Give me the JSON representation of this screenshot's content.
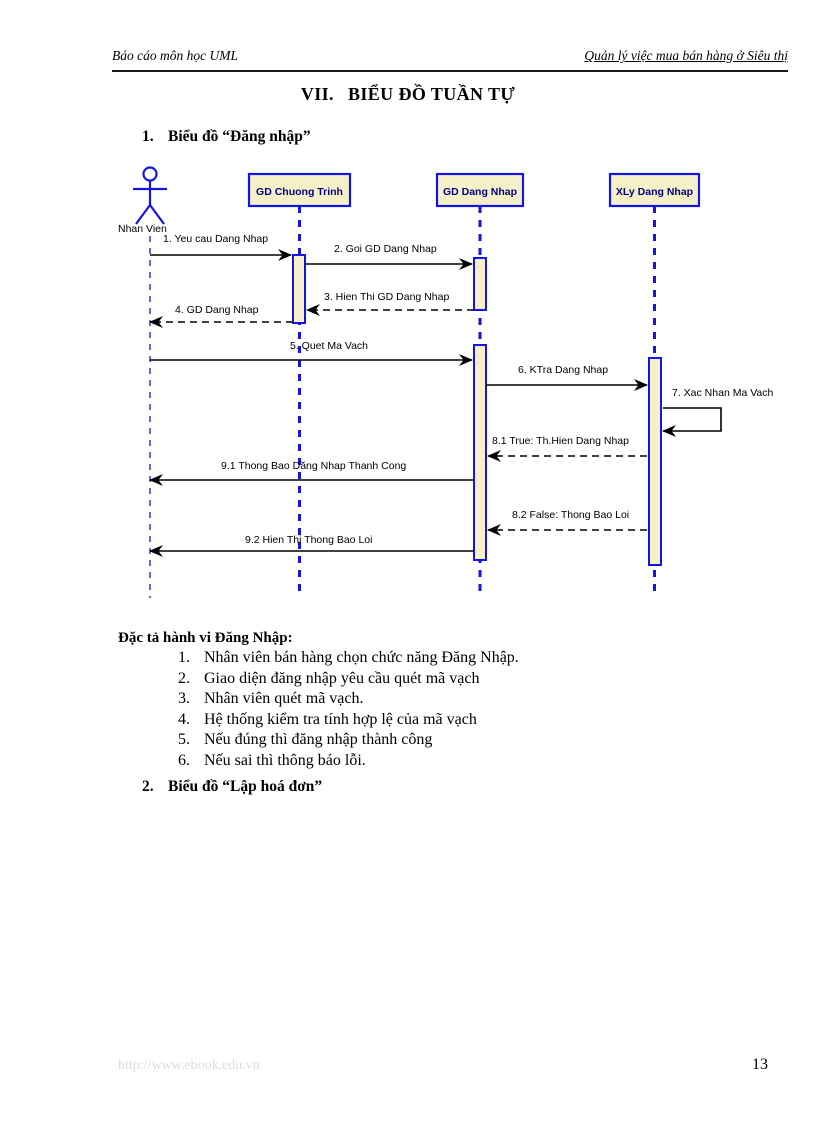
{
  "header": {
    "left": "Báo cáo môn học UML",
    "right": "Quản lý việc mua bán hàng ở Siêu thị"
  },
  "section": {
    "numeral": "VII.",
    "title": "BIỂU ĐỒ TUẦN TỰ"
  },
  "subsections": [
    {
      "index": "1.",
      "title": "Biểu đồ “Đăng nhập”"
    },
    {
      "index": "2.",
      "title": "Biểu đồ “Lập hoá đơn”"
    }
  ],
  "diagram": {
    "type": "uml-sequence-diagram",
    "colors": {
      "lifeline_blue": "#1414e6",
      "box_fill": "#f5f0c8",
      "box_border": "#1414e6",
      "box_text": "#000080",
      "message_line": "#000000",
      "actor": "#1414e6"
    },
    "actor": {
      "name": "Nhan Vien",
      "icon": "actor-stick-figure"
    },
    "participants": [
      {
        "id": "gd-chuong-trinh",
        "label": "GD Chuong Trinh"
      },
      {
        "id": "gd-dang-nhap",
        "label": "GD Dang Nhap"
      },
      {
        "id": "xly-dang-nhap",
        "label": "XLy Dang Nhap"
      }
    ],
    "messages": [
      {
        "seq": "1.",
        "label": "1. Yeu cau Dang Nhap",
        "from": "Nhan Vien",
        "to": "GD Chuong Trinh",
        "style": "solid"
      },
      {
        "seq": "2.",
        "label": "2. Goi GD Dang Nhap",
        "from": "GD Chuong Trinh",
        "to": "GD Dang Nhap",
        "style": "solid"
      },
      {
        "seq": "3.",
        "label": "3. Hien Thi GD Dang Nhap",
        "from": "GD Dang Nhap",
        "to": "GD Chuong Trinh",
        "style": "dashed"
      },
      {
        "seq": "4.",
        "label": "4. GD Dang Nhap",
        "from": "GD Chuong Trinh",
        "to": "Nhan Vien",
        "style": "dashed"
      },
      {
        "seq": "5.",
        "label": "5. Quet Ma Vach",
        "from": "Nhan Vien",
        "to": "GD Dang Nhap",
        "style": "solid"
      },
      {
        "seq": "6.",
        "label": "6. KTra Dang Nhap",
        "from": "GD Dang Nhap",
        "to": "XLy Dang Nhap",
        "style": "solid"
      },
      {
        "seq": "7.",
        "label": "7. Xac Nhan Ma Vach",
        "from": "XLy Dang Nhap",
        "to": "XLy Dang Nhap",
        "style": "self"
      },
      {
        "seq": "8.1",
        "label": "8.1 True: Th.Hien Dang Nhap",
        "from": "XLy Dang Nhap",
        "to": "GD Dang Nhap",
        "style": "dashed"
      },
      {
        "seq": "9.1",
        "label": "9.1 Thong Bao Dăng Nhap Thanh Cong",
        "from": "GD Dang Nhap",
        "to": "Nhan Vien",
        "style": "solid"
      },
      {
        "seq": "8.2",
        "label": "8.2 False: Thong Bao Loi",
        "from": "XLy Dang Nhap",
        "to": "GD Dang Nhap",
        "style": "dashed"
      },
      {
        "seq": "9.2",
        "label": "9.2 Hien Thị Thong Bao Loi",
        "from": "GD Dang Nhap",
        "to": "Nhan Vien",
        "style": "solid"
      }
    ]
  },
  "spec": {
    "title": "Đặc tả hành vi Đăng Nhập:",
    "steps": [
      "Nhân viên bán hàng chọn chức năng Đăng Nhập.",
      "Giao diện đăng nhập yêu cầu quét mã vạch",
      "Nhân viên quét mã vạch.",
      "Hệ thống kiểm tra tính hợp lệ của mã vạch",
      "Nếu đúng thì đăng nhập thành công",
      "Nếu sai thì thông báo lỗi."
    ]
  },
  "footer": {
    "watermark": "http://www.ebook.edu.vn",
    "page_number": "13"
  }
}
